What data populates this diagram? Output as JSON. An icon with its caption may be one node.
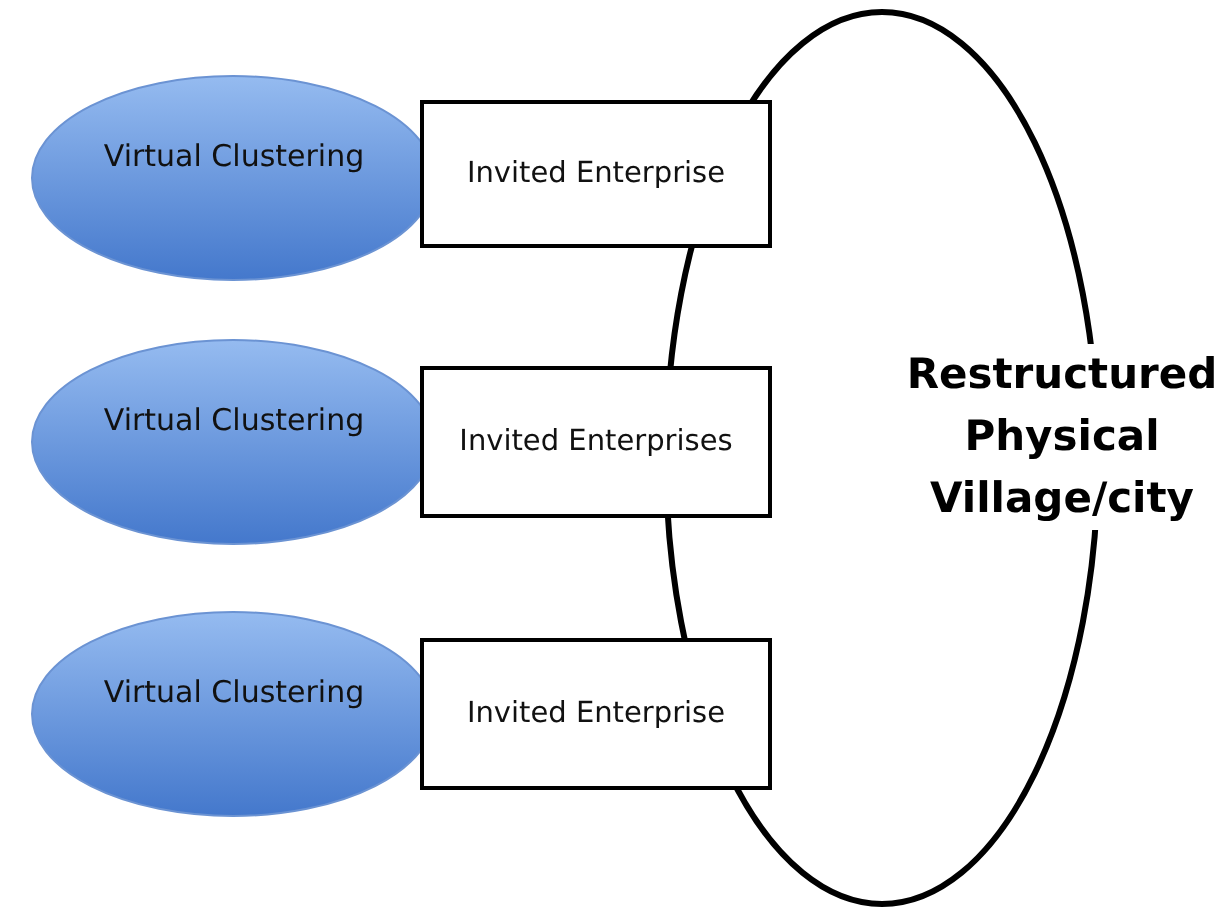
{
  "diagram": {
    "nodes": [
      {
        "text": [
          "Restructured Physical Village/city"
        ]
      },
      {
        "text": [
          "Virtual Clustering"
        ]
      },
      {
        "text": [
          "Invited Enterprise"
        ]
      },
      {
        "text": [
          "Virtual Clustering"
        ]
      },
      {
        "text": [
          "Invited Enterprises"
        ]
      },
      {
        "text": [
          "Virtual Clustering"
        ]
      },
      {
        "text": [
          "Invited Enterprise"
        ]
      }
    ]
  }
}
